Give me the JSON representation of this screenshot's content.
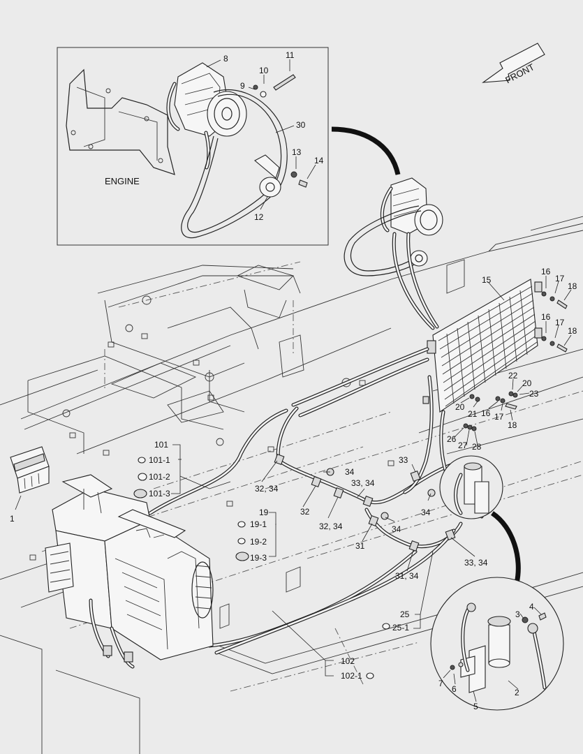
{
  "front_label": "FRONT",
  "engine_label": "ENGINE",
  "callouts": {
    "c8": "8",
    "c9": "9",
    "c10": "10",
    "c11": "11",
    "c30": "30",
    "c13": "13",
    "c14": "14",
    "c12": "12",
    "c15": "15",
    "c16a": "16",
    "c17a": "17",
    "c18a": "18",
    "c16b": "16",
    "c17b": "17",
    "c18b": "18",
    "c22": "22",
    "c20a": "20",
    "c23": "23",
    "c20b": "20",
    "c21": "21",
    "c16c": "16",
    "c17c": "17",
    "c18c": "18",
    "c26": "26",
    "c27": "27",
    "c28": "28",
    "c101": "101",
    "c101_1": "101-1",
    "c101_2": "101-2",
    "c101_3": "101-3",
    "c1": "1",
    "c33a": "33",
    "c34a": "34",
    "c32_34a": "32, 34",
    "c33_34a": "33, 34",
    "c34b": "34",
    "c19": "19",
    "c32": "32",
    "c32_34b": "32, 34",
    "c19_1": "19-1",
    "c19_2": "19-2",
    "c19_3": "19-3",
    "c34c": "34",
    "c31": "31",
    "c33_34b": "33, 34",
    "c31_34": "31, 34",
    "c25": "25",
    "c25_1": "25-1",
    "c102": "102",
    "c102_1": "102-1",
    "c4": "4",
    "c3": "3",
    "c7": "7",
    "c6": "6",
    "c5": "5",
    "c2": "2"
  },
  "colors": {
    "background": "#ebebeb",
    "line": "#222222"
  }
}
